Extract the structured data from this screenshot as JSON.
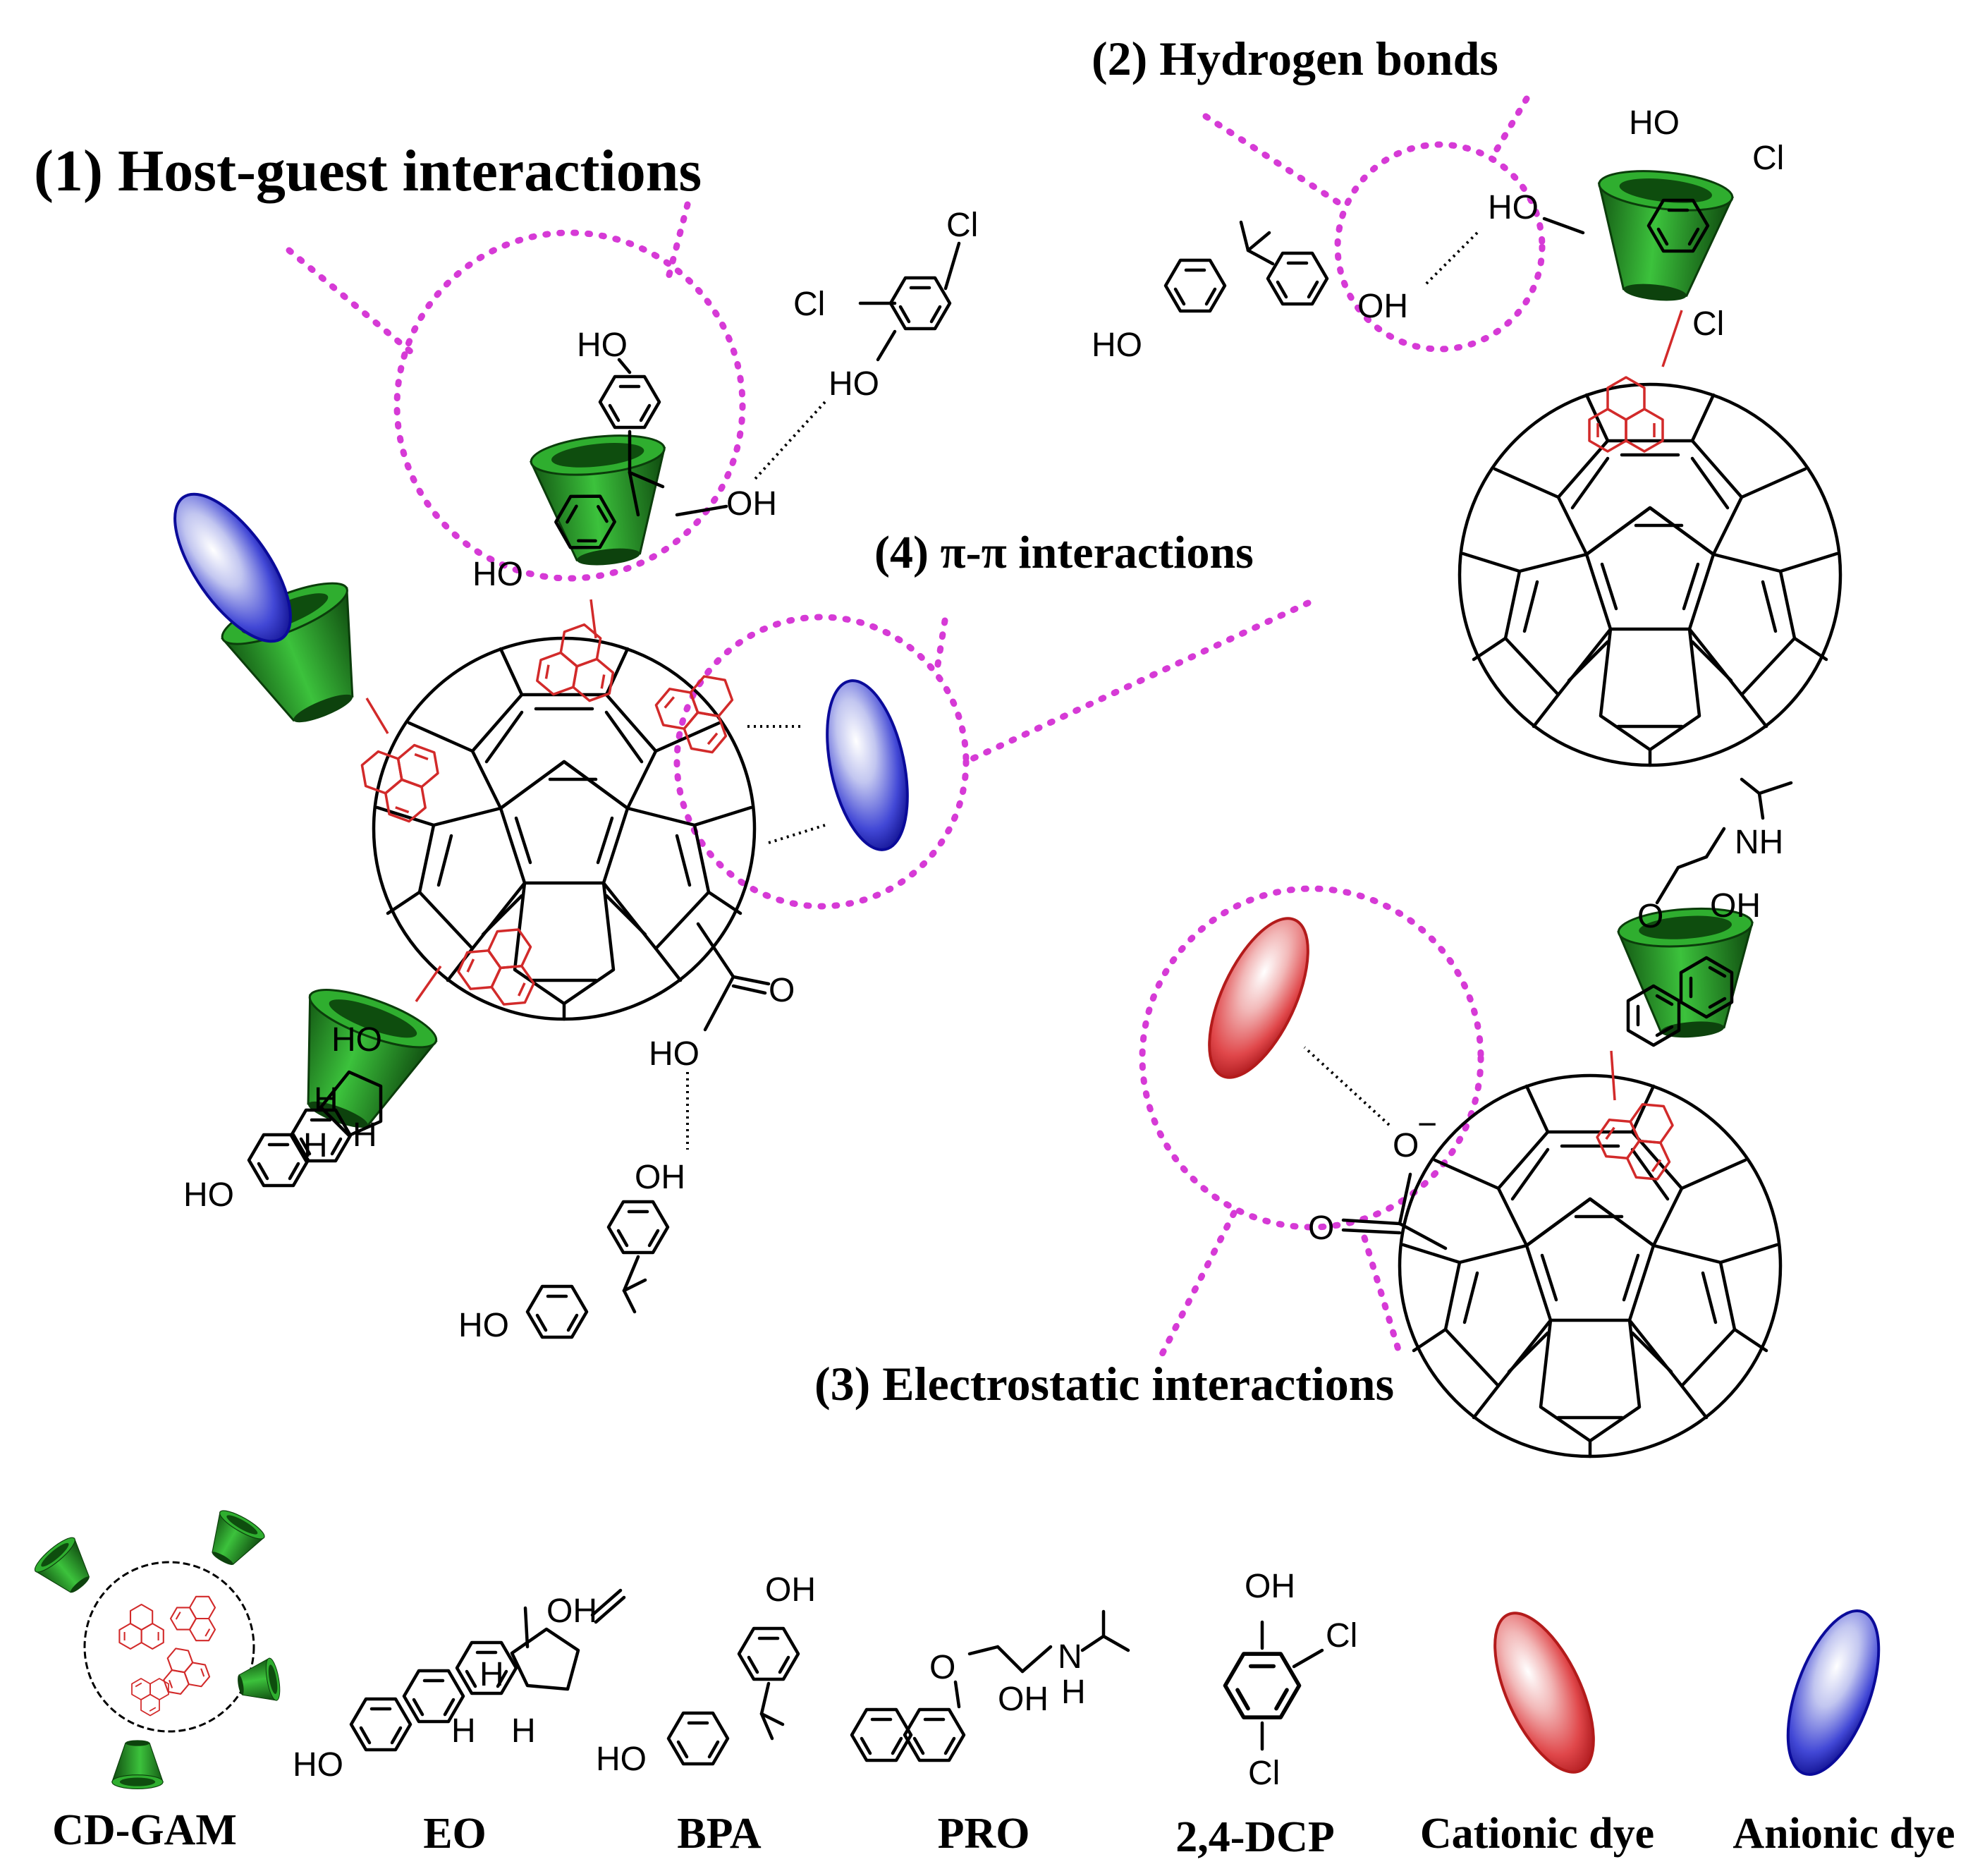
{
  "interactions": {
    "host_guest": "(1) Host-guest interactions",
    "hydrogen": "(2) Hydrogen bonds",
    "electrostatic": "(3) Electrostatic interactions",
    "pi_pi": "(4)  π-π  interactions"
  },
  "atoms": {
    "ho": "HO",
    "oh": "OH",
    "cl": "Cl",
    "o": "O",
    "nh": "NH",
    "h": "H",
    "o_minus": "O",
    "minus": "−"
  },
  "legend": {
    "items": [
      "CD-GAM",
      "EO",
      "BPA",
      "PRO",
      "2,4-DCP",
      "Cationic dye",
      "Anionic dye"
    ]
  },
  "colors": {
    "cyclodextrin": "#2f9e2f",
    "cationic": "#d93a3a",
    "anionic": "#2a2acc",
    "dotted": "#d63ad6",
    "graphene": "#d22a2a"
  }
}
